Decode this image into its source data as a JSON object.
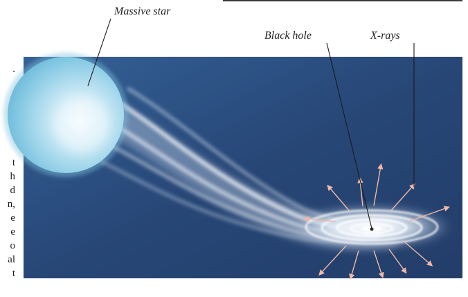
{
  "labels": {
    "massive_star": "Massive star",
    "black_hole": "Black hole",
    "x_rays": "X-rays"
  },
  "left_text_fragments": [
    "t",
    "h",
    "d",
    "n,",
    "e",
    "e",
    "o",
    "al",
    "t"
  ],
  "colors": {
    "panel_background": "#2a4b7d",
    "star_fill": "#9fd3ea",
    "disk_glow": "#ffffff",
    "ray_arrow": "#f0b8a8",
    "leader_line": "#1a1a1a"
  }
}
